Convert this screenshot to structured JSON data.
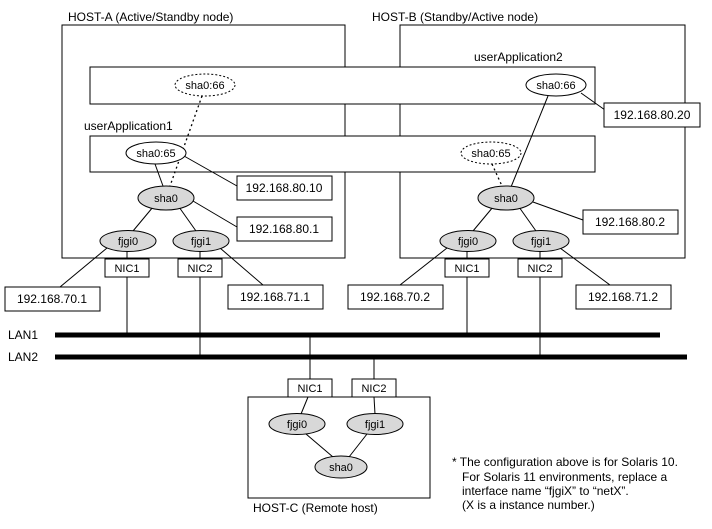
{
  "hostA": {
    "title": "HOST-A (Active/Standby node)"
  },
  "hostB": {
    "title": "HOST-B (Standby/Active node)"
  },
  "hostC": {
    "title": "HOST-C (Remote host)"
  },
  "apps": {
    "app1": "userApplication1",
    "app2": "userApplication2"
  },
  "if": {
    "sha066": "sha0:66",
    "sha065": "sha0:65",
    "sha0": "sha0",
    "fjgi0": "fjgi0",
    "fjgi1": "fjgi1",
    "nic1": "NIC1",
    "nic2": "NIC2"
  },
  "ip": {
    "a_80_10": "192.168.80.10",
    "a_80_1": "192.168.80.1",
    "a_70_1": "192.168.70.1",
    "a_71_1": "192.168.71.1",
    "b_80_20": "192.168.80.20",
    "b_80_2": "192.168.80.2",
    "b_70_2": "192.168.70.2",
    "b_71_2": "192.168.71.2"
  },
  "lan": {
    "lan1": "LAN1",
    "lan2": "LAN2"
  },
  "footnote": {
    "l1": "* The configuration above is for Solaris 10.",
    "l2": "For Solaris 11 environments, replace a",
    "l3": "interface name “fjgiX” to “netX”.",
    "l4": "(X is a instance number.)"
  },
  "colors": {
    "node_fill": "#d8d8d8",
    "line": "#000000",
    "background": "#ffffff"
  }
}
